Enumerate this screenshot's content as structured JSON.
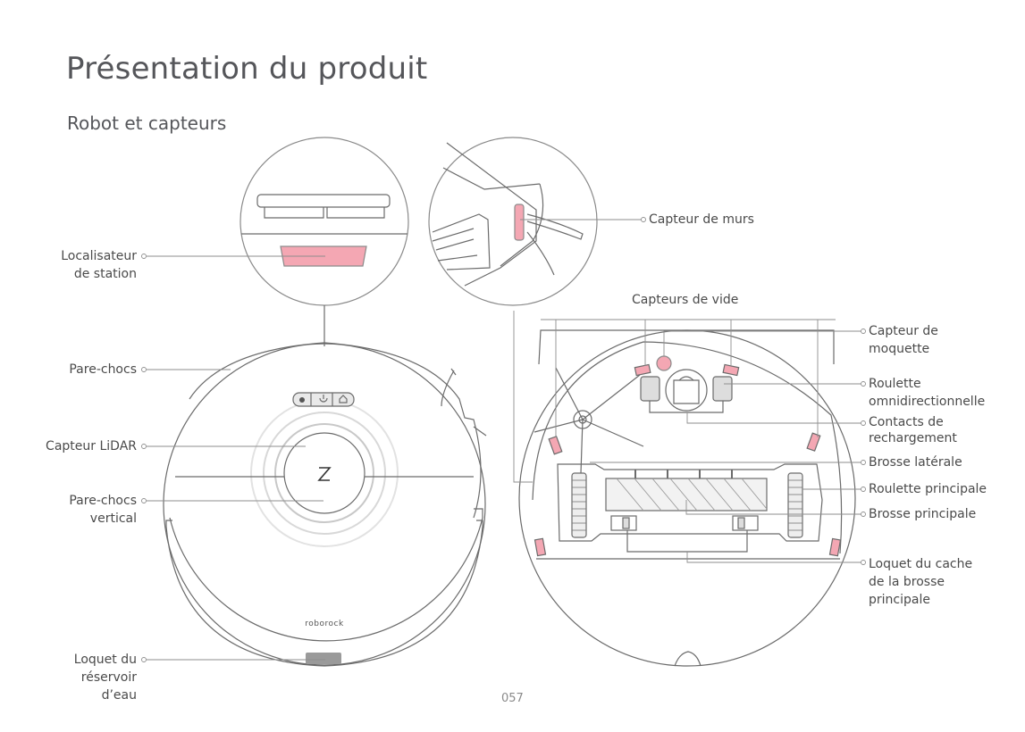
{
  "title": "Présentation du produit",
  "subtitle": "Robot et capteurs",
  "labels": {
    "localisateur": "Localisateur\nde station",
    "pare_chocs": "Pare-chocs",
    "lidar": "Capteur LiDAR",
    "pare_chocs_vertical": "Pare-chocs\nvertical",
    "loquet_reservoir": "Loquet du\nréservoir\nd’eau",
    "capteur_murs": "Capteur de murs",
    "capteurs_vide": "Capteurs de vide",
    "capteur_moquette": "Capteur de\nmoquette",
    "roulette_omni": "Roulette\nomnidirectionnelle",
    "contacts": "Contacts de\nrechargement",
    "brosse_laterale": "Brosse latérale",
    "roulette_principale": "Roulette principale",
    "brosse_principale": "Brosse principale",
    "loquet_cache": "Loquet du cache\nde la brosse\nprincipale"
  },
  "brand": "roborock",
  "page_number": "057",
  "colors": {
    "accent_pink": "#f4a7b3",
    "line_gray": "#8e8e8e",
    "text": "#4a4a4a",
    "latch_gray": "#9a9a9a"
  },
  "icons": [
    "power-icon",
    "home-icon",
    "spot-clean-icon",
    "roborock-z-logo-icon"
  ]
}
